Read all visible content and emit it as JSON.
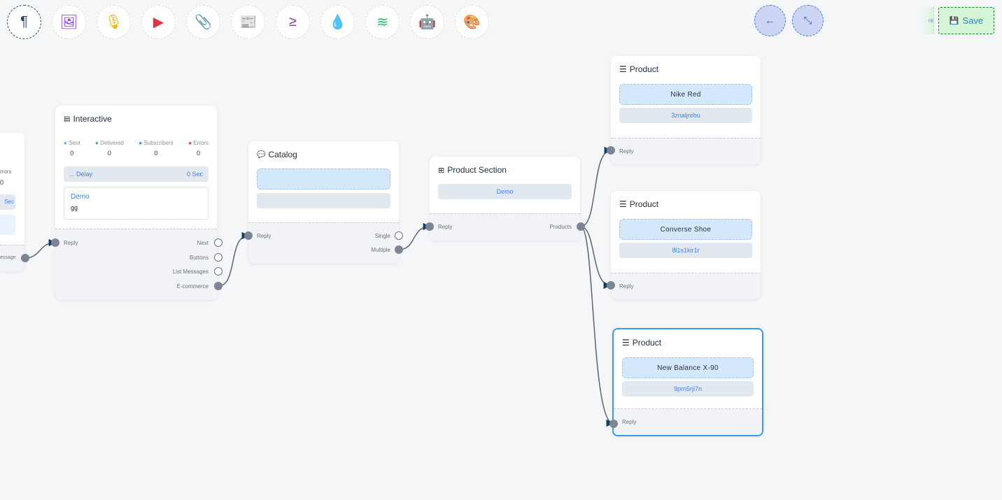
{
  "toolbar": {
    "tools": [
      {
        "icon": "paragraph-icon",
        "glyph": "¶",
        "color": "#1e4a6e"
      },
      {
        "icon": "image-icon",
        "glyph": "🖼",
        "color": "#7c3aed"
      },
      {
        "icon": "microphone-icon",
        "glyph": "🎙",
        "color": "#f5b300"
      },
      {
        "icon": "youtube-icon",
        "glyph": "▶",
        "color": "#dc3545"
      },
      {
        "icon": "paperclip-icon",
        "glyph": "📎",
        "color": "#1e9e4a"
      },
      {
        "icon": "newspaper-icon",
        "glyph": "📰",
        "color": "#f87171"
      },
      {
        "icon": "greater-equal-icon",
        "glyph": "≥",
        "color": "#7b3f7b"
      },
      {
        "icon": "droplet-icon",
        "glyph": "💧",
        "color": "#c8102e"
      },
      {
        "icon": "stack-icon",
        "glyph": "≋",
        "color": "#22c55e"
      },
      {
        "icon": "robot-icon",
        "glyph": "🤖",
        "color": "#1d1dd6"
      },
      {
        "icon": "palette-icon",
        "glyph": "🎨",
        "color": "#22c55e"
      }
    ]
  },
  "header": {
    "back_glyph": "←",
    "compress_glyph": "⤡",
    "partial_label": "re",
    "save_label": "Save",
    "save_glyph": "💾"
  },
  "nodes": {
    "partial": {
      "stat_label": "rrors",
      "stat_value": "0",
      "delay_value": "Sec",
      "output_label": "essage"
    },
    "interactive": {
      "title": "Interactive",
      "stats": [
        {
          "label": "Sent",
          "value": "0",
          "icon": "send-icon",
          "color": "#60a5fa"
        },
        {
          "label": "Delivered",
          "value": "0",
          "icon": "check-circle-icon",
          "color": "#22c55e"
        },
        {
          "label": "Subscribers",
          "value": "0",
          "icon": "user-circle-icon",
          "color": "#3b82f6"
        },
        {
          "label": "Errors",
          "value": "0",
          "icon": "bug-icon",
          "color": "#ef4444"
        }
      ],
      "delay_label": "... Delay",
      "delay_value": "0 Sec",
      "message_title": "Demo",
      "message_body": "gg",
      "input": "Reply",
      "outputs": [
        "Next",
        "Buttons",
        "List Messages",
        "E-commerce"
      ]
    },
    "catalog": {
      "title": "Catalog",
      "input": "Reply",
      "outputs": [
        "Single",
        "Multiple"
      ]
    },
    "product_section": {
      "title": "Product Section",
      "section": "Demo",
      "input": "Reply",
      "output": "Products"
    },
    "products": [
      {
        "title": "Product",
        "name": "Nike Red",
        "id": "3znaljrebu",
        "input": "Reply"
      },
      {
        "title": "Product",
        "name": "Converse Shoe",
        "id": "8l1s1kir1r",
        "input": "Reply"
      },
      {
        "title": "Product",
        "name": "New Balance X-90",
        "id": "9prn5rji7n",
        "input": "Reply",
        "selected": true
      }
    ]
  },
  "colors": {
    "accent": "#3b82f6",
    "edge": "#5b6472",
    "arrow": "#123f5c",
    "save_bg": "#d5f7d8"
  }
}
